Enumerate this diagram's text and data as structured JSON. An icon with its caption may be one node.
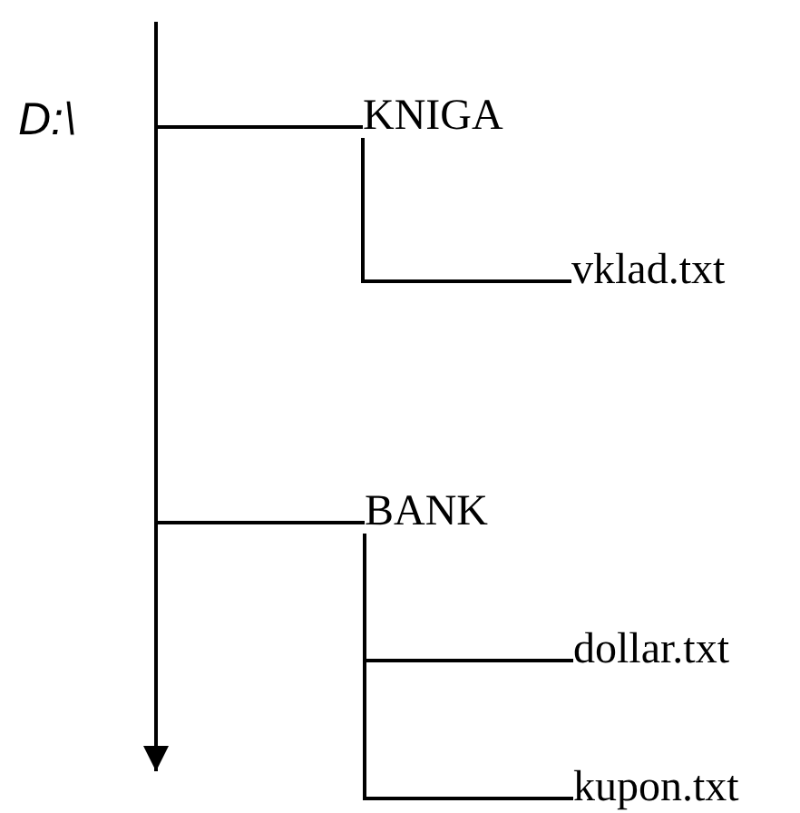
{
  "diagram": {
    "nodes": [
      {
        "text": [
          "D:\\"
        ]
      },
      {
        "text": [
          "KNIGA"
        ]
      },
      {
        "text": [
          "vklad.txt"
        ]
      },
      {
        "text": [
          "BANK"
        ]
      },
      {
        "text": [
          "dollar.txt"
        ]
      },
      {
        "text": [
          "kupon.txt"
        ]
      }
    ],
    "edges": [
      {
        "from": 0,
        "to": 1,
        "arrow": "none"
      },
      {
        "from": 1,
        "to": 2,
        "arrow": "none"
      },
      {
        "from": 0,
        "to": 3,
        "arrow": "none"
      },
      {
        "from": 3,
        "to": 4,
        "arrow": "none"
      },
      {
        "from": 3,
        "to": 5,
        "arrow": "none"
      },
      {
        "from": 0,
        "to": null,
        "arrow": "to"
      }
    ]
  }
}
